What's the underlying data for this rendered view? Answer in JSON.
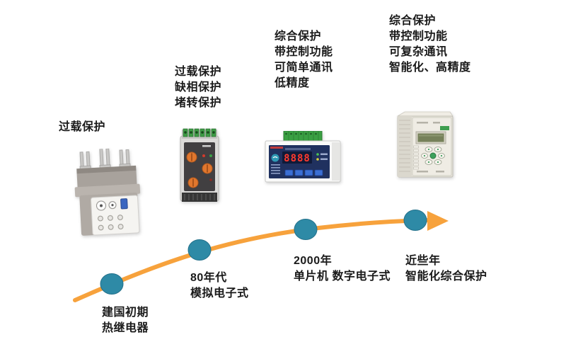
{
  "colors": {
    "arrow": "#F7A23C",
    "node": "#2E8AA6"
  },
  "stages": [
    {
      "features": [
        "过载保护"
      ],
      "period": "建国初期",
      "tech": "热继电器"
    },
    {
      "features": [
        "过载保护",
        "缺相保护",
        "堵转保护"
      ],
      "period": "80年代",
      "tech": "模拟电子式"
    },
    {
      "features": [
        "综合保护",
        "带控制功能",
        "可简单通讯",
        "低精度"
      ],
      "period": "2000年",
      "tech": "单片机 数字电子式",
      "device_display": "8888"
    },
    {
      "features": [
        "综合保护",
        "带控制功能",
        "可复杂通讯",
        "智能化、高精度"
      ],
      "period": "近些年",
      "tech": "智能化综合保护"
    }
  ]
}
